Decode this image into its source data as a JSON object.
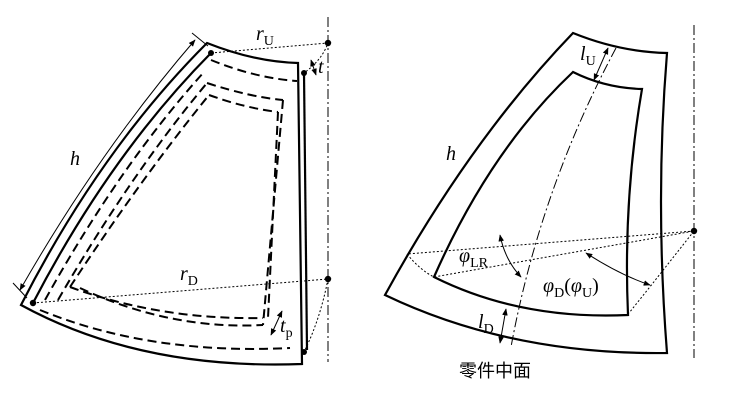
{
  "left_figure": {
    "labels": {
      "h": "h",
      "r_U": {
        "main": "r",
        "sub": "U"
      },
      "r_D": {
        "main": "r",
        "sub": "D"
      },
      "t": "t",
      "t_p": {
        "main": "t",
        "sub": "p"
      }
    }
  },
  "right_figure": {
    "labels": {
      "h": "h",
      "l_U": {
        "main": "l",
        "sub": "U"
      },
      "l_D": {
        "main": "l",
        "sub": "D"
      },
      "phi_LR": {
        "main": "φ",
        "sub": "LR"
      },
      "phi_D": {
        "main": "φ",
        "sub": "D",
        "open": "(",
        "main2": "φ",
        "sub2": "U",
        "close": ")"
      }
    },
    "caption": "零件中面"
  },
  "colors": {
    "stroke": "#000000",
    "background": "#ffffff"
  }
}
